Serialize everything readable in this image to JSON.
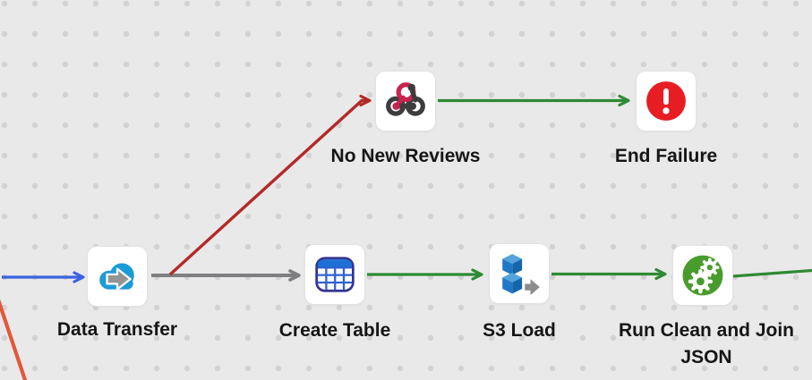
{
  "diagram": {
    "type": "workflow-canvas",
    "background_color": "#e9e9e9",
    "grid_dot_color": "#d2d2d2",
    "nodes": [
      {
        "id": "data-transfer",
        "label": "Data Transfer",
        "icon": "cloud-data-transfer-icon"
      },
      {
        "id": "no-new-reviews",
        "label": "No New Reviews",
        "icon": "webhook-icon"
      },
      {
        "id": "end-failure",
        "label": "End Failure",
        "icon": "alert-exclamation-icon"
      },
      {
        "id": "create-table",
        "label": "Create Table",
        "icon": "table-icon"
      },
      {
        "id": "s3-load",
        "label": "S3 Load",
        "icon": "s3-cubes-icon"
      },
      {
        "id": "run-clean-join",
        "label": "Run Clean and Join JSON",
        "icon": "gears-icon"
      }
    ],
    "edges": [
      {
        "id": "input-to-data-transfer",
        "color": "#3b63e0"
      },
      {
        "id": "data-transfer-to-no-new-reviews",
        "color": "#b22a28"
      },
      {
        "id": "data-transfer-to-create-table",
        "color": "#7f7f82"
      },
      {
        "id": "no-new-reviews-to-end-failure",
        "color": "#2e8a33"
      },
      {
        "id": "create-table-to-s3-load",
        "color": "#2e8a33"
      },
      {
        "id": "s3-load-to-run-clean-join",
        "color": "#2e8a33"
      },
      {
        "id": "run-clean-join-to-offscreen-right",
        "color": "#2e8a33"
      },
      {
        "id": "offscreen-bottom-left",
        "color": "#e2583a"
      }
    ],
    "icon_colors": {
      "cloud_blue": "#1d9bd7",
      "cloud_arrow_gray": "#949494",
      "webhook_pink": "#c9234f",
      "webhook_dark": "#3d3d3d",
      "alert_red": "#e81c23",
      "table_border_navy": "#33338f",
      "table_header_blue": "#1d6fd6",
      "table_grid_blue": "#2f62cf",
      "cube_top_blue": "#54a3dc",
      "cube_front_blue": "#1f78c5",
      "cube_side_blue": "#1565ad",
      "s3_arrow_gray": "#8c8c8c",
      "gear_green": "#4a9b2d"
    }
  }
}
